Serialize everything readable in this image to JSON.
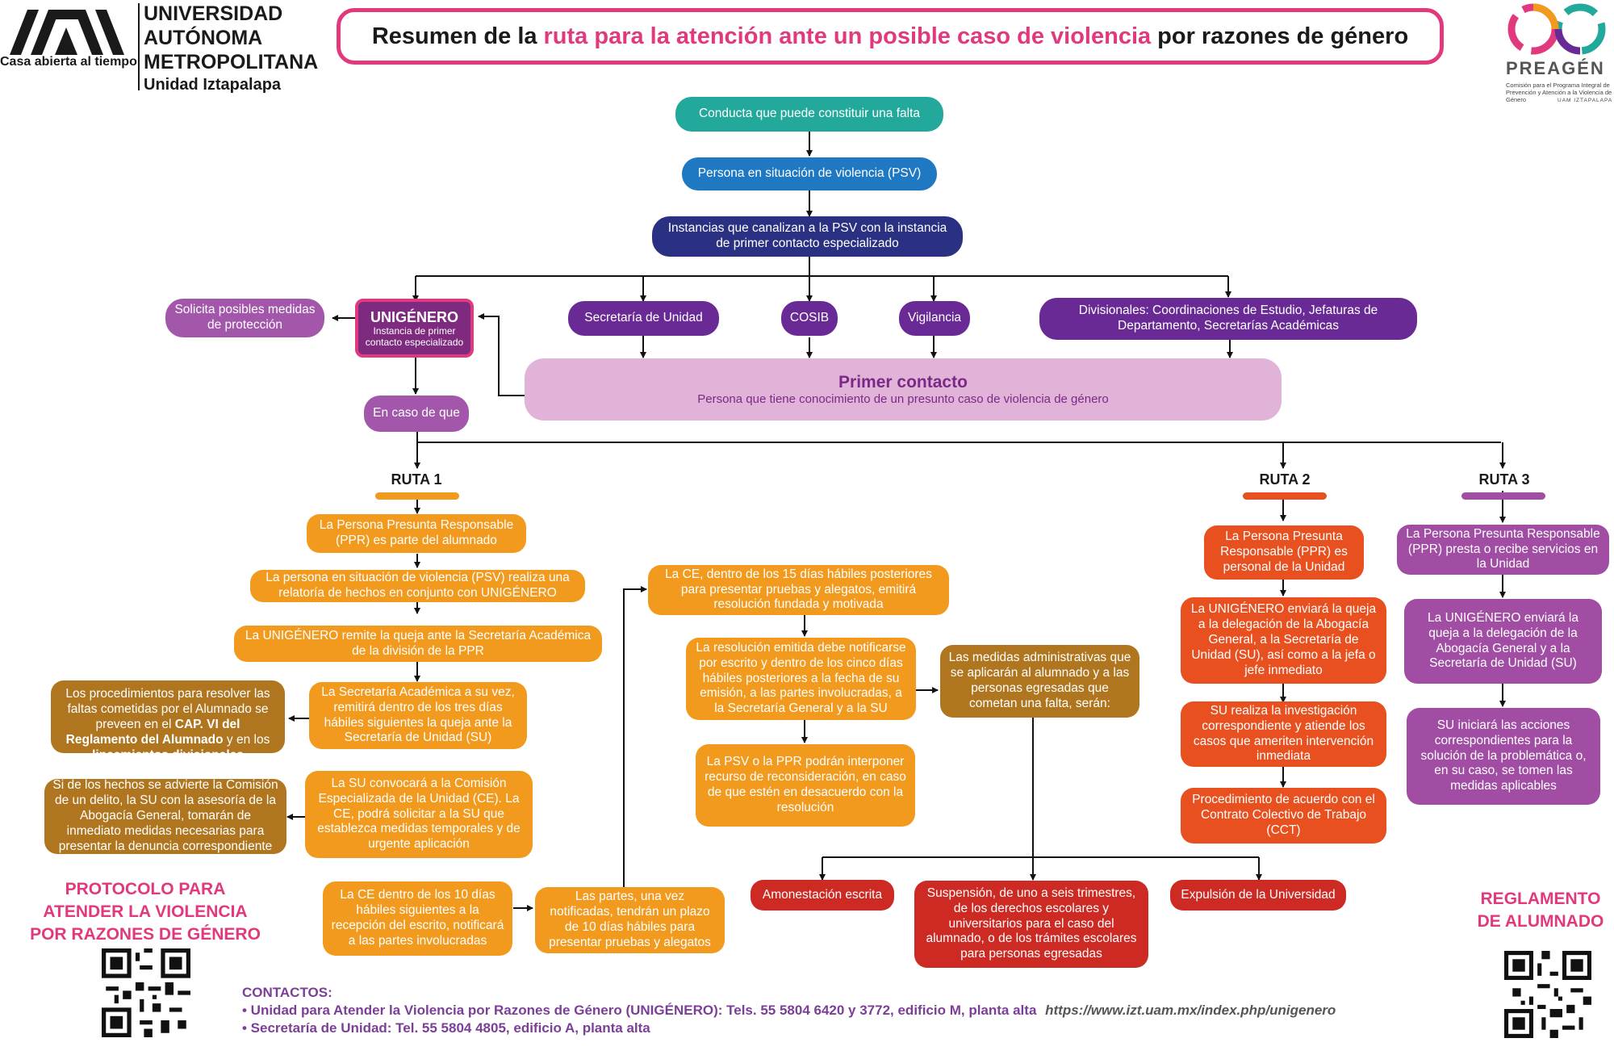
{
  "header": {
    "uam": {
      "line1": "UNIVERSIDAD",
      "line2": "AUTÓNOMA",
      "line3": "METROPOLITANA",
      "line4": "Unidad Iztapalapa",
      "slogan": "Casa abierta al tiempo"
    },
    "title_part1": "Resumen de la ",
    "title_highlight": "ruta para la atención ante un posible caso de violencia",
    "title_part2": " por razones de género",
    "preagen": {
      "name": "PREAGÉN",
      "caption": "Comisión para el Programa Integral de Prevención y Atención a la Violencia de Género",
      "sub": "UAM IZTAPALAPA"
    }
  },
  "flow": {
    "conducta": "Conducta que puede constituir una falta",
    "psv": "Persona en situación de violencia (PSV)",
    "instancias": "Instancias que canalizan a la PSV con la instancia de primer contacto especializado",
    "unigenero_title": "UNIGÉNERO",
    "unigenero_sub": "Instancia de primer contacto especializado",
    "medidas": "Solicita posibles medidas de protección",
    "secretaria": "Secretaría de Unidad",
    "cosib": "COSIB",
    "vigilancia": "Vigilancia",
    "divisionales": "Divisionales: Coordinaciones de Estudio, Jefaturas de Departamento, Secretarías Académicas",
    "primer_contacto_title": "Primer contacto",
    "primer_contacto_sub": "Persona que tiene conocimiento de un presunto caso de violencia de género",
    "en_caso": "En caso de que"
  },
  "ruta1": {
    "title": "RUTA 1",
    "steps": [
      "La Persona Presunta Responsable (PPR) es parte del alumnado",
      "La persona en situación de violencia (PSV) realiza una relatoría de hechos en conjunto con UNIGÉNERO",
      "La UNIGÉNERO remite la queja ante la Secretaría Académica de la división de la PPR",
      "La Secretaría Académica a su vez, remitirá dentro de los tres días hábiles siguientes la queja ante la Secretaría de Unidad (SU)",
      "La SU convocará a la Comisión Especializada de la Unidad (CE). La CE, podrá solicitar a la SU que establezca medidas temporales y de urgente aplicación",
      "La CE dentro de los 10 días hábiles siguientes a la recepción del escrito, notificará a las partes involucradas",
      "Las partes, una vez notificadas, tendrán un plazo de 10 días hábiles para presentar pruebas y alegatos",
      "La CE, dentro de los 15 días hábiles posteriores para presentar pruebas y alegatos, emitirá resolución fundada y motivada",
      "La resolución emitida debe notificarse por escrito y dentro de los cinco días hábiles posteriores a la fecha de su emisión, a las partes involucradas, a la Secretaría General y a la SU",
      "La PSV o la PPR podrán interponer recurso de reconsideración, en caso de que estén en desacuerdo con la resolución",
      "Las medidas administrativas que se aplicarán al alumnado y a las personas egresadas que cometan una falta, serán:"
    ],
    "side_procedimientos_a": "Los procedimientos para resolver las faltas cometidas por el Alumnado se preveen en el ",
    "side_procedimientos_b": "CAP. VI del Reglamento del Alumnado",
    "side_procedimientos_c": " y en los ",
    "side_procedimientos_d": "lineamientos divisionales",
    "side_delito": "Si de los hechos se advierte la Comisión de un delito, la SU con la asesoría de la Abogacía General, tomarán de inmediato medidas necesarias para presentar la denuncia correspondiente",
    "sanciones": [
      "Amonestación escrita",
      "Suspensión, de uno a seis trimestres, de los derechos escolares y universitarios para el caso del alumnado, o de los trámites escolares para personas egresadas",
      "Expulsión de la Universidad"
    ]
  },
  "ruta2": {
    "title": "RUTA 2",
    "steps": [
      "La Persona Presunta Responsable (PPR) es personal de la Unidad",
      "La UNIGÉNERO enviará la queja a la delegación de la Abogacía General, a la Secretaría de Unidad (SU), así como a la jefa o jefe inmediato",
      "SU realiza la investigación correspondiente y atiende los casos que ameriten intervención inmediata",
      "Procedimiento de acuerdo con el Contrato Colectivo de Trabajo (CCT)"
    ]
  },
  "ruta3": {
    "title": "RUTA 3",
    "steps": [
      "La Persona Presunta Responsable (PPR) presta o recibe servicios en la Unidad",
      "La UNIGÉNERO enviará la queja a la delegación de la Abogacía General y a la Secretaría de Unidad (SU)",
      "SU iniciará las acciones correspondientes para la solución de la problemática o, en su caso, se tomen las medidas aplicables"
    ]
  },
  "footer": {
    "protocolo": "PROTOCOLO PARA ATENDER LA VIOLENCIA POR RAZONES DE GÉNERO",
    "reglamento": "REGLAMENTO DE ALUMNADO",
    "contactos_title": "CONTACTOS:",
    "contacto1": "• Unidad para Atender la Violencia por Razones de Género (UNIGÉNERO): Tels. 55 5804 6420 y 3772, edificio M, planta alta",
    "contacto1_url": "https://www.izt.uam.mx/index.php/unigenero",
    "contacto2": "• Secretaría de Unidad: Tel. 55 5804 4805, edificio A, planta alta"
  },
  "colors": {
    "accent_pink": "#e0397e",
    "teal": "#22a99b",
    "navy": "#2b3182",
    "purple": "#6a2a95",
    "orange": "#f29a1e",
    "ruta2": "#e8501f",
    "ruta3": "#a04da3",
    "red": "#cd2a24",
    "contact_purple": "#7b3f98"
  }
}
